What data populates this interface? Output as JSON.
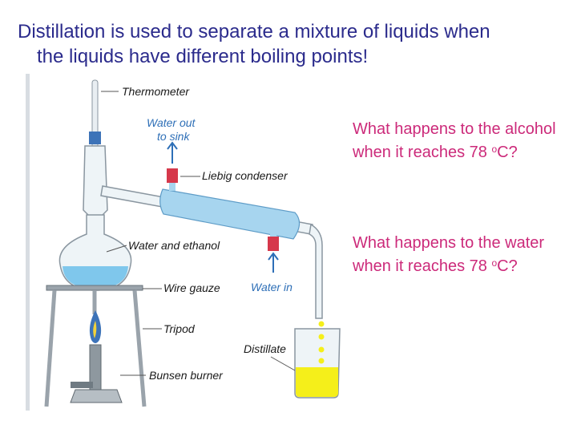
{
  "title": {
    "line1": "Distillation is used to separate a mixture of liquids when",
    "line2": "the liquids have different boiling points!"
  },
  "questions": [
    {
      "text": "What happens to the alcohol when it reaches 78",
      "sup": "o",
      "end": "C?"
    },
    {
      "text": "What happens to the water  when it reaches 78",
      "sup": "o",
      "end": "C?"
    }
  ],
  "diagram": {
    "labels": {
      "thermometer": "Thermometer",
      "water_out_1": "Water out",
      "water_out_2": "to sink",
      "condenser": "Liebig condenser",
      "flask_content": "Water and ethanol",
      "gauze": "Wire gauze",
      "water_in": "Water in",
      "tripod": "Tripod",
      "distillate": "Distillate",
      "burner": "Bunsen burner"
    }
  },
  "colors": {
    "title": "#2b2b8c",
    "question": "#cc2a7a",
    "water": "#7fc7ec",
    "distillate": "#f5ef1a",
    "label_blue": "#2e6fb7"
  }
}
